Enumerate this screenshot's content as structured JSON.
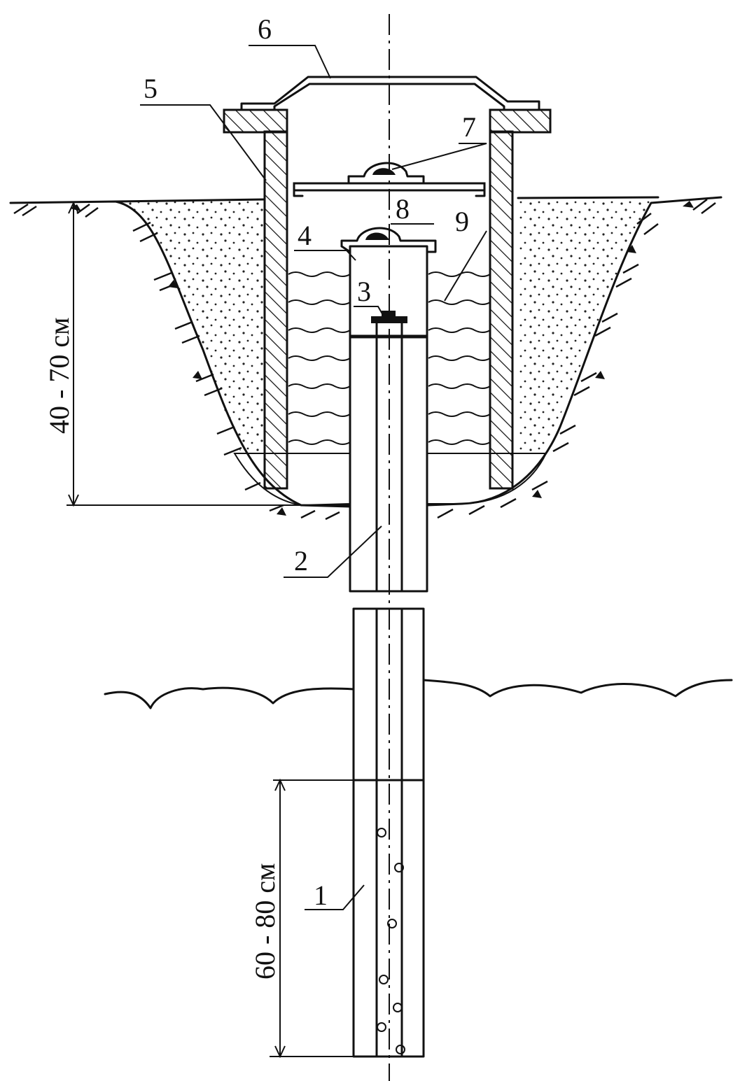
{
  "diagram": {
    "labels": [
      {
        "id": "1",
        "text": "1"
      },
      {
        "id": "2",
        "text": "2"
      },
      {
        "id": "3",
        "text": "3"
      },
      {
        "id": "4",
        "text": "4"
      },
      {
        "id": "5",
        "text": "5"
      },
      {
        "id": "6",
        "text": "6"
      },
      {
        "id": "7",
        "text": "7"
      },
      {
        "id": "8",
        "text": "8"
      },
      {
        "id": "9",
        "text": "9"
      }
    ],
    "dimensions": {
      "upper": "40 - 70 см",
      "lower": "60 - 80 см"
    }
  }
}
